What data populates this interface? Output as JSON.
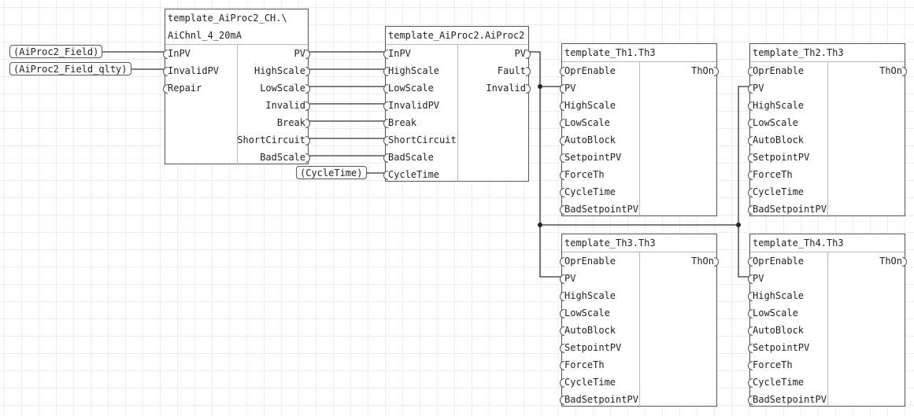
{
  "terminals": {
    "field": "AiProc2_Field",
    "field_qlty": "AiProc2_Field_qlty",
    "cycle_time": "CycleTime"
  },
  "ch_block": {
    "title1": "template_AiProc2_CH.\\",
    "title2": "AiChnl_4_20mA",
    "inputs": [
      "InPV",
      "InvalidPV",
      "Repair"
    ],
    "outputs": [
      "PV",
      "HighScale",
      "LowScale",
      "Invalid",
      "Break",
      "ShortCircuit",
      "BadScale"
    ]
  },
  "aiproc_block": {
    "title": "template_AiProc2.AiProc2",
    "inputs": [
      "InPV",
      "HighScale",
      "LowScale",
      "InvalidPV",
      "Break",
      "ShortCircuit",
      "BadScale",
      "CycleTime"
    ],
    "outputs": [
      "PV",
      "Fault",
      "Invalid"
    ]
  },
  "th_blocks": [
    {
      "title": "template_Th1.Th3"
    },
    {
      "title": "template_Th2.Th3"
    },
    {
      "title": "template_Th3.Th3"
    },
    {
      "title": "template_Th4.Th3"
    }
  ],
  "th_inputs": [
    "OprEnable",
    "PV",
    "HighScale",
    "LowScale",
    "AutoBlock",
    "SetpointPV",
    "ForceTh",
    "CycleTime",
    "BadSetpointPV"
  ],
  "th_output": "ThOn"
}
